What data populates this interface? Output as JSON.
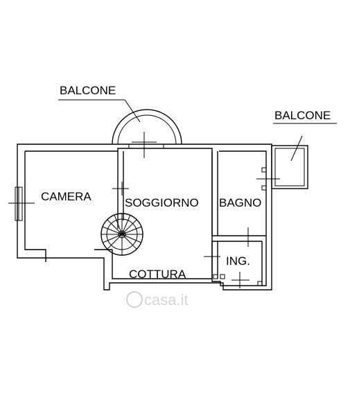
{
  "rooms": {
    "camera": "CAMERA",
    "soggiorno": "SOGGIORNO",
    "bagno": "BAGNO",
    "cottura": "COTTURA",
    "ingresso": "ING."
  },
  "balconies": {
    "left": "BALCONE",
    "right": "BALCONE"
  },
  "watermark": "casa.it",
  "colors": {
    "ink": "#000000",
    "watermark": "#c9c9c9",
    "background": "#ffffff"
  }
}
